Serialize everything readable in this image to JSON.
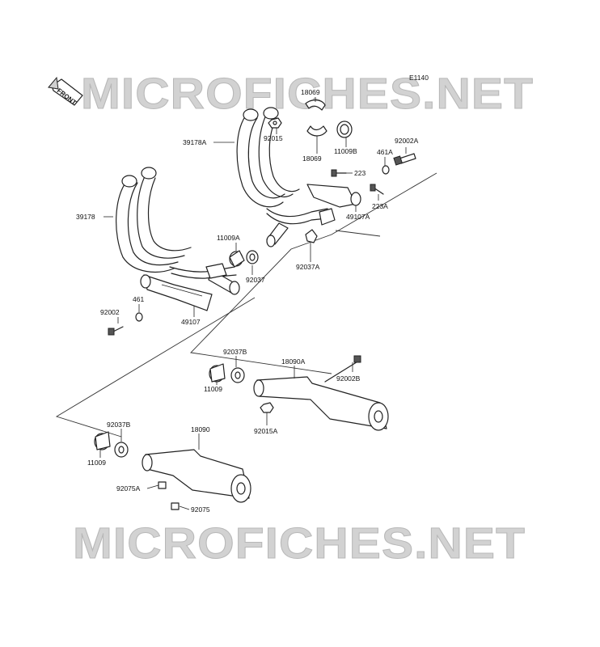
{
  "diagram_code": "E1140",
  "front_arrow_label": "FRONT",
  "watermark_text": "MICROFICHES.NET",
  "colors": {
    "background": "#ffffff",
    "line": "#222222",
    "watermark": "#d2d2d2"
  },
  "parts": {
    "p18069_top": "18069",
    "p18069_bottom": "18069",
    "p92015": "92015",
    "p39178A": "39178A",
    "p11009B": "11009B",
    "p92002A": "92002A",
    "p461A": "461A",
    "p223": "223",
    "p223A": "223A",
    "p49107A": "49107A",
    "p92037A": "92037A",
    "p39178": "39178",
    "p11009A": "11009A",
    "p92037": "92037",
    "p92002": "92002",
    "p461": "461",
    "p49107": "49107",
    "p92037B_upper": "92037B",
    "p18090A": "18090A",
    "p11009_upper": "11009",
    "p92002B": "92002B",
    "p92015A": "92015A",
    "p92037B_lower": "92037B",
    "p18090": "18090",
    "p11009_lower": "11009",
    "p92075A": "92075A",
    "p92075": "92075"
  }
}
